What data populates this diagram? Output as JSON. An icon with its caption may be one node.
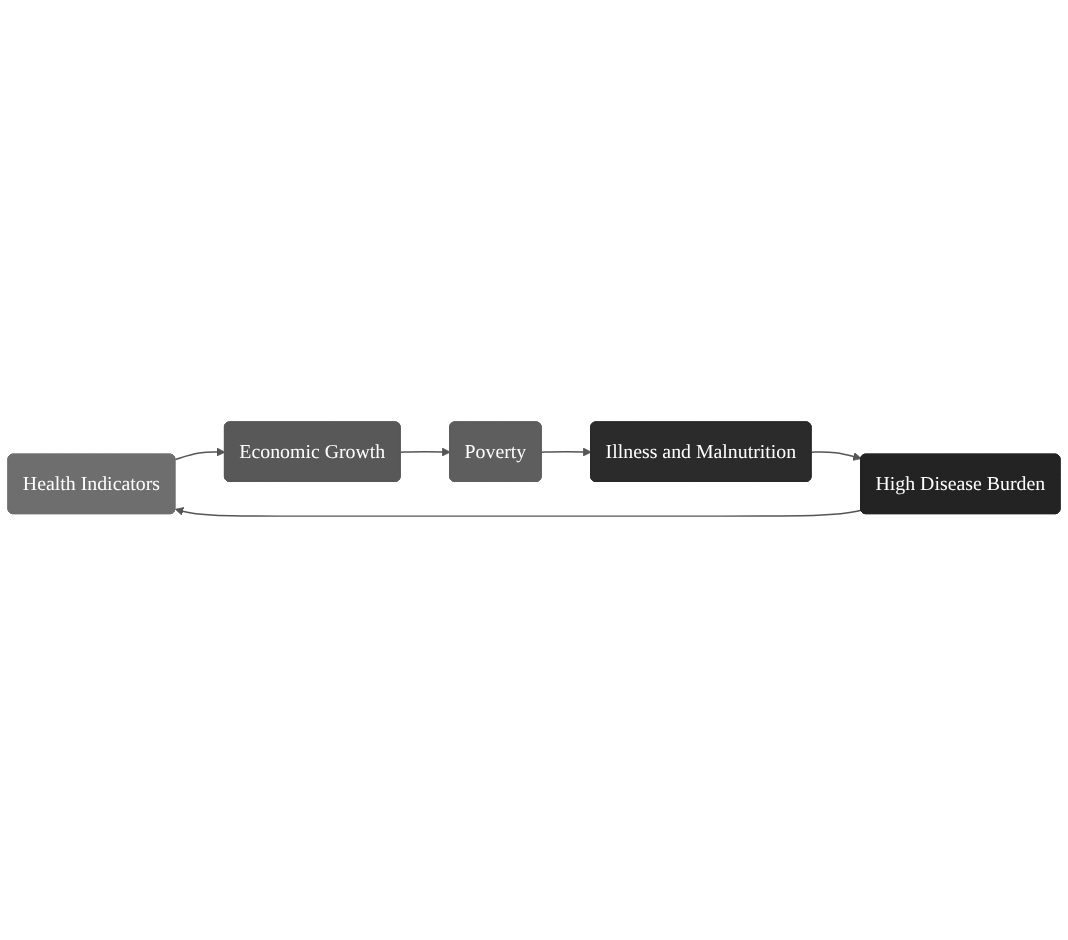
{
  "diagram": {
    "nodes": [
      {
        "text": [
          "Health Indicators"
        ]
      },
      {
        "text": [
          "Economic Growth"
        ]
      },
      {
        "text": [
          "Poverty"
        ]
      },
      {
        "text": [
          "Illness and Malnutrition"
        ]
      },
      {
        "text": [
          "High Disease Burden"
        ]
      }
    ],
    "edges": [
      {
        "from": 0,
        "to": 1,
        "arrow": "to"
      },
      {
        "from": 1,
        "to": 2,
        "arrow": "to"
      },
      {
        "from": 2,
        "to": 3,
        "arrow": "to"
      },
      {
        "from": 3,
        "to": 4,
        "arrow": "to"
      },
      {
        "from": 4,
        "to": 0,
        "arrow": "to"
      }
    ]
  }
}
